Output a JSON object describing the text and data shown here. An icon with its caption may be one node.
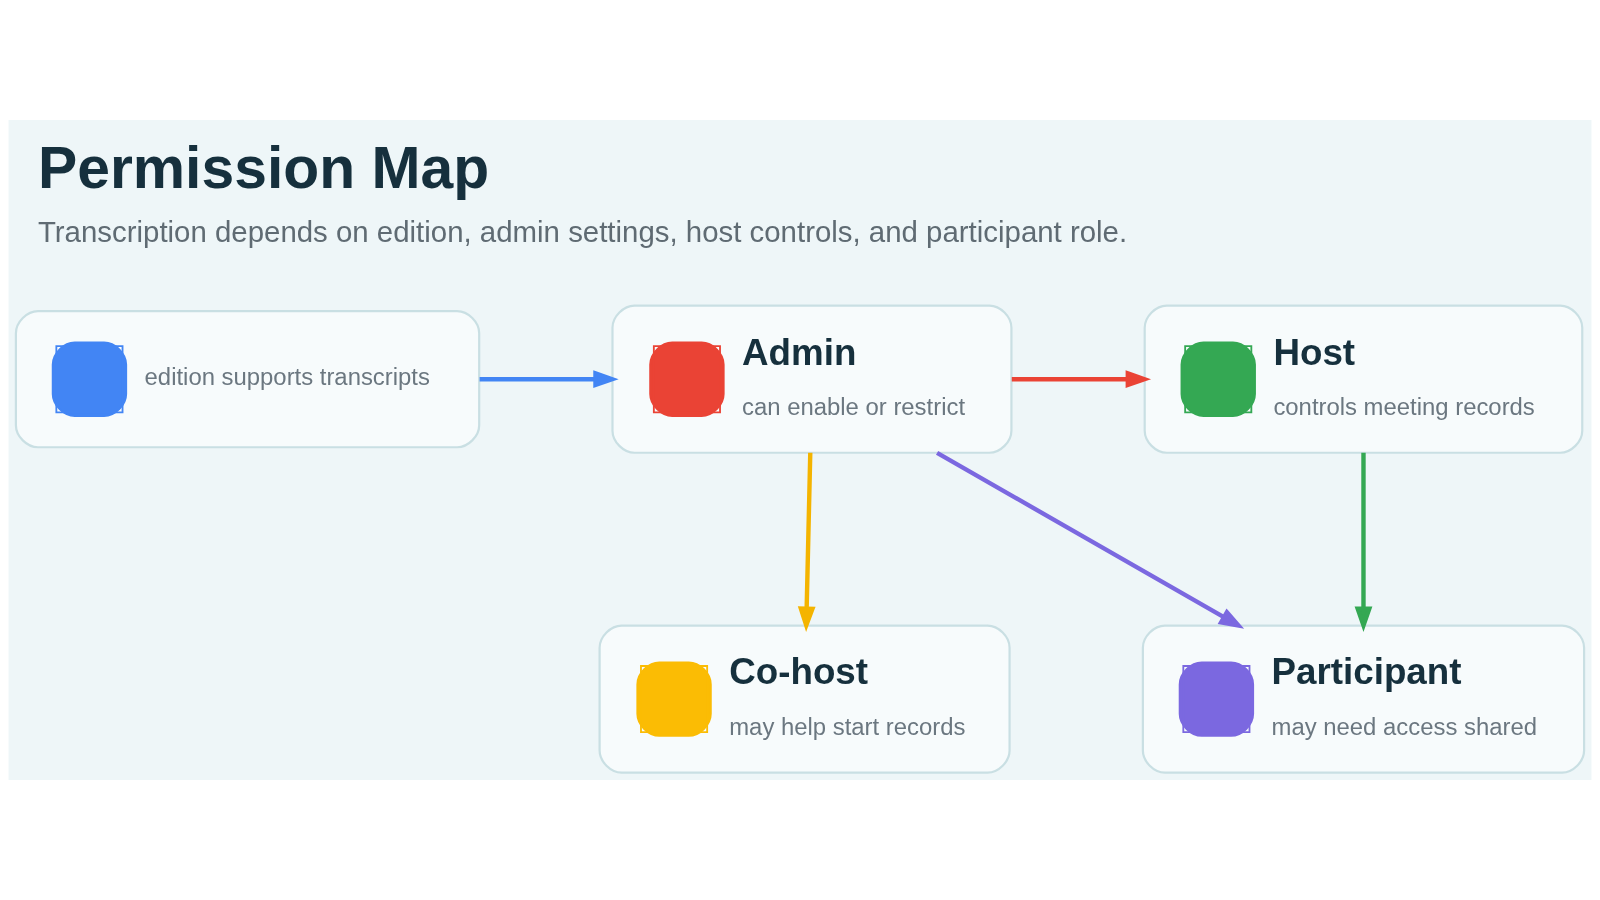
{
  "diagram": {
    "title": "Permission Map",
    "caption": "Transcription depends on edition, admin settings, host controls, and participant role.",
    "nodes": [
      {
        "text": [
          "edition supports transcripts"
        ]
      },
      {
        "text": [
          "Admin",
          "can enable or restrict"
        ]
      },
      {
        "text": [
          "Host",
          "controls meeting records"
        ]
      },
      {
        "text": [
          "Co-host",
          "may help start records"
        ]
      },
      {
        "text": [
          "Participant",
          "may need access shared"
        ]
      }
    ],
    "edges": [
      {
        "from": 0,
        "to": 1,
        "arrow": "to",
        "color": "#4285f4"
      },
      {
        "from": 1,
        "to": 2,
        "arrow": "to",
        "color": "#ea4335"
      },
      {
        "from": 1,
        "to": 3,
        "arrow": "to",
        "color": "#f4b400"
      },
      {
        "from": 1,
        "to": 4,
        "arrow": "to",
        "color": "#7b68e0"
      },
      {
        "from": 2,
        "to": 4,
        "arrow": "to",
        "color": "#34a853"
      }
    ]
  }
}
